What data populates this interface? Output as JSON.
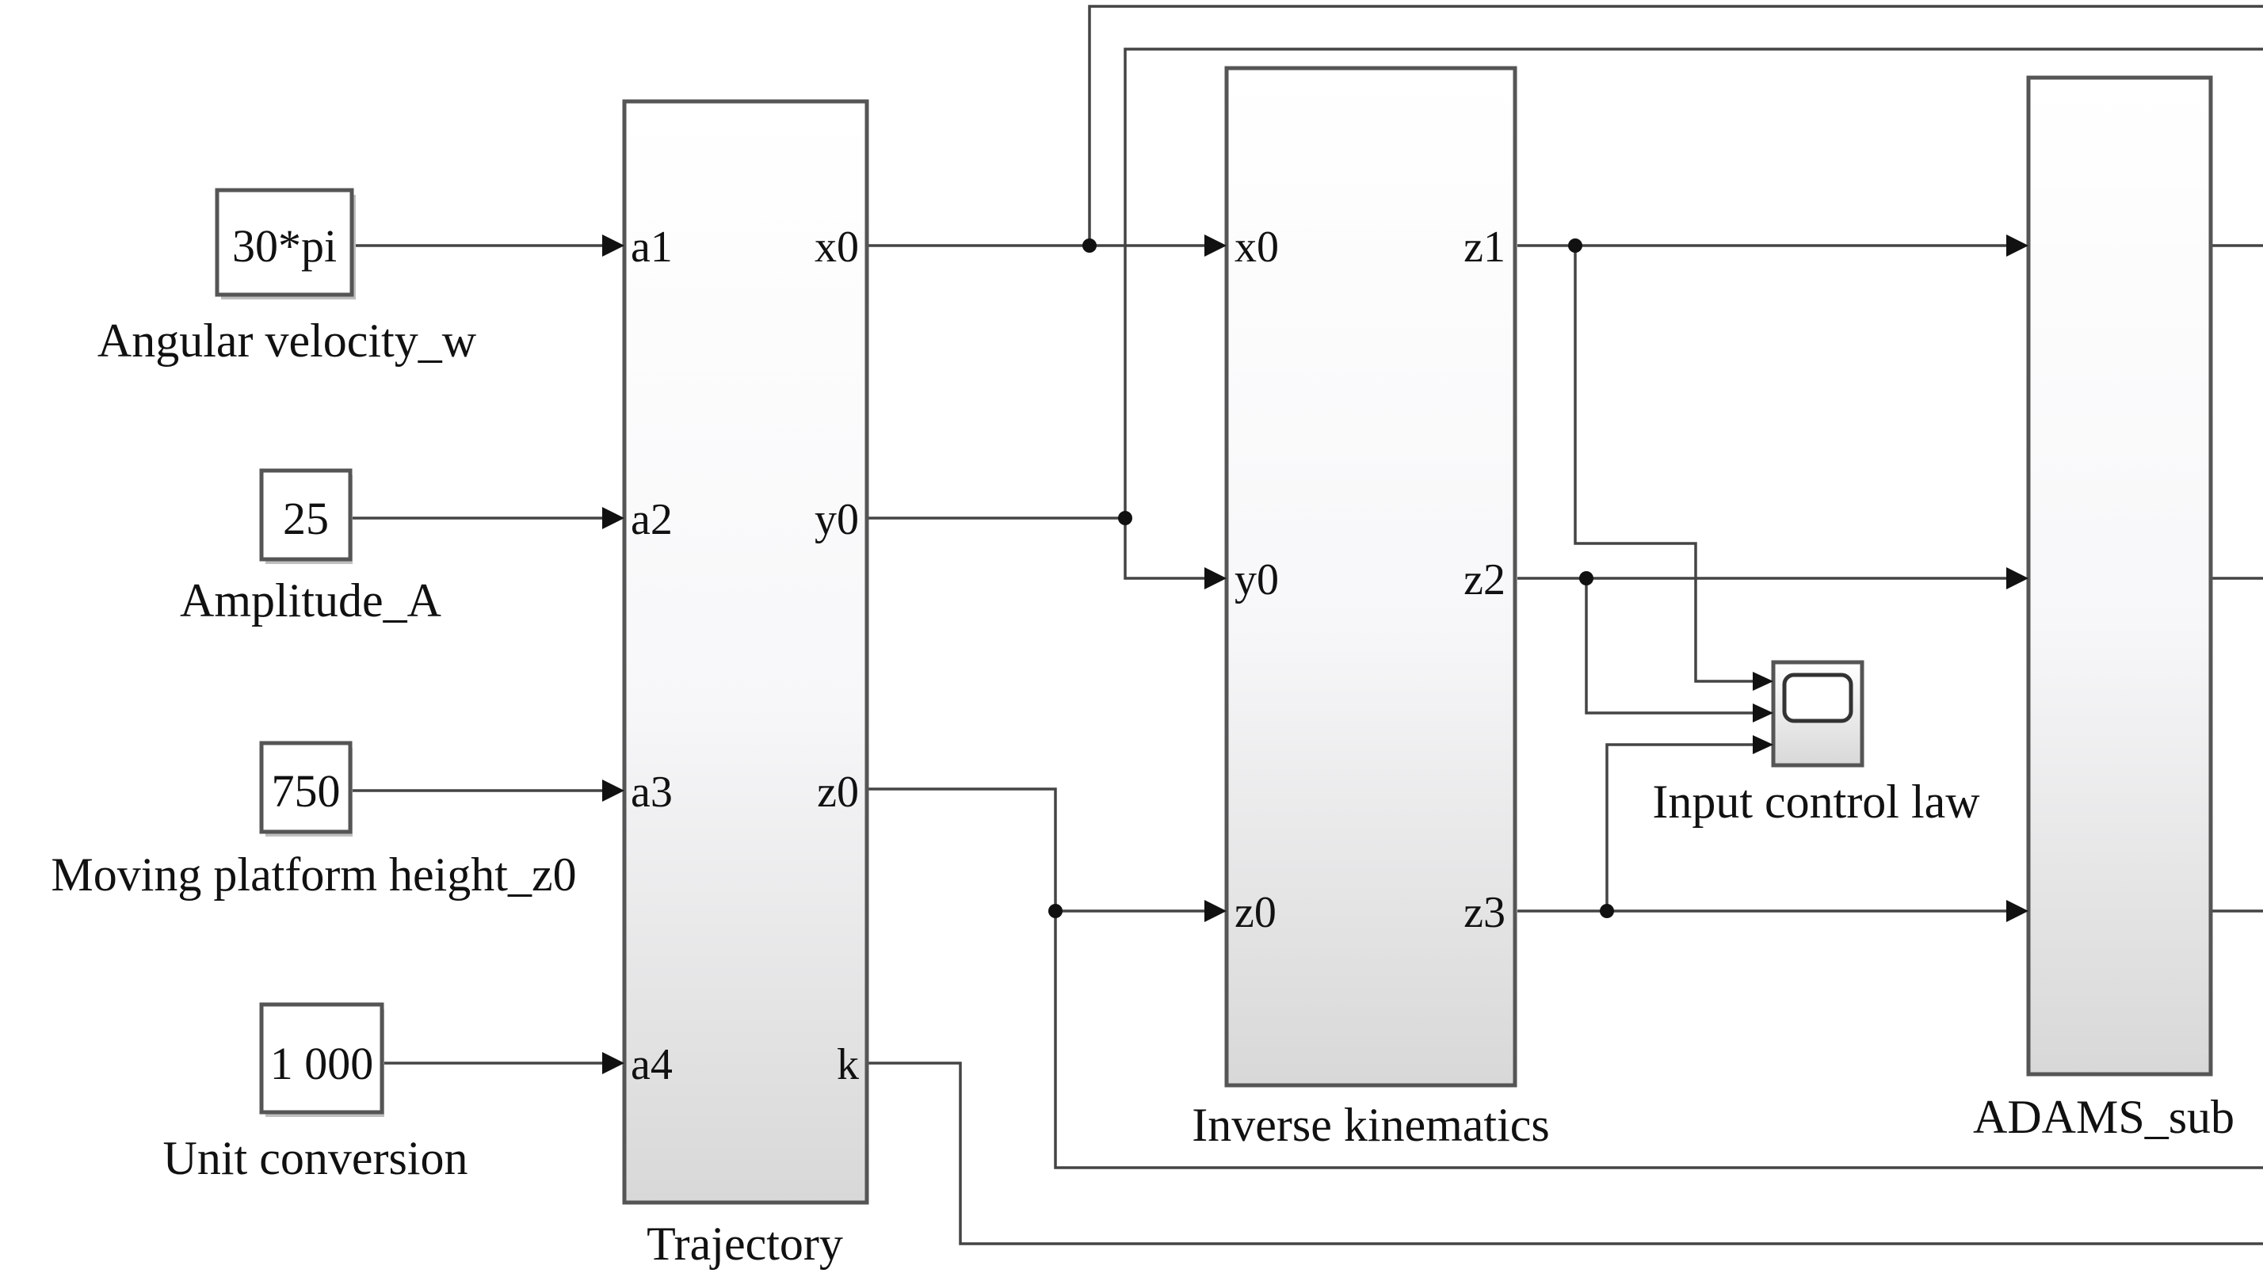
{
  "constants": [
    {
      "value": "30*pi",
      "label": "Angular velocity_w"
    },
    {
      "value": "25",
      "label": "Amplitude_A"
    },
    {
      "value": "750",
      "label": "Moving platform height_z0"
    },
    {
      "value": "1 000",
      "label": "Unit conversion"
    }
  ],
  "trajectory": {
    "label": "Trajectory",
    "inputs": [
      "a1",
      "a2",
      "a3",
      "a4"
    ],
    "outputs": [
      "x0",
      "y0",
      "z0",
      "k"
    ]
  },
  "inverse_kinematics": {
    "label": "Inverse kinematics",
    "inputs": [
      "x0",
      "y0",
      "z0"
    ],
    "outputs": [
      "z1",
      "z2",
      "z3"
    ]
  },
  "scope": {
    "label": "Input control law"
  },
  "adams": {
    "label": "ADAMS_sub"
  }
}
